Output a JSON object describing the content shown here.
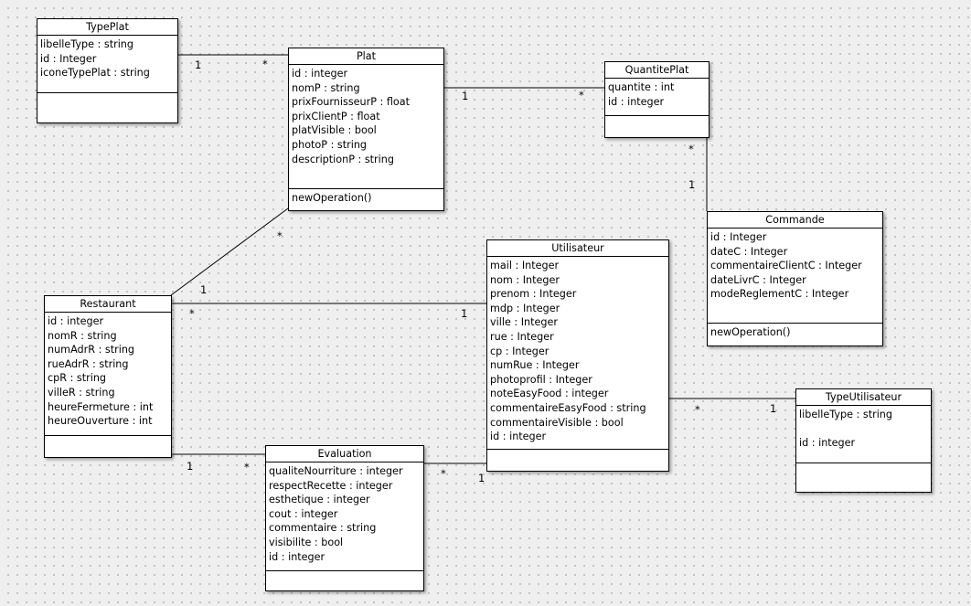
{
  "classes": {
    "typeplat": {
      "name": "TypePlat",
      "attributes": [
        "libelleType : string",
        "id : Integer",
        "iconeTypePlat : string"
      ],
      "operations": []
    },
    "plat": {
      "name": "Plat",
      "attributes": [
        "id : integer",
        "nomP : string",
        "prixFournisseurP : float",
        "prixClientP : float",
        "platVisible : bool",
        "photoP : string",
        "descriptionP : string"
      ],
      "operations": [
        "newOperation()"
      ]
    },
    "quantiteplat": {
      "name": "QuantitePlat",
      "attributes": [
        "quantite : int",
        "id : integer"
      ],
      "operations": []
    },
    "commande": {
      "name": "Commande",
      "attributes": [
        "id : Integer",
        "dateC : Integer",
        "commentaireClientC : Integer",
        "dateLivrC : Integer",
        "modeReglementC : Integer"
      ],
      "operations": [
        "newOperation()"
      ]
    },
    "utilisateur": {
      "name": "Utilisateur",
      "attributes": [
        "mail : Integer",
        "nom : Integer",
        "prenom : Integer",
        "mdp : Integer",
        "ville : Integer",
        "rue : Integer",
        "cp : Integer",
        "numRue : Integer",
        "photoprofil : Integer",
        "noteEasyFood : integer",
        "commentaireEasyFood : string",
        "commentaireVisible : bool",
        "id : integer"
      ],
      "operations": []
    },
    "restaurant": {
      "name": "Restaurant",
      "attributes": [
        "id : integer",
        "nomR : string",
        "numAdrR : string",
        "rueAdrR : string",
        "cpR : string",
        "villeR : string",
        "heureFermeture : int",
        "heureOuverture : int"
      ],
      "operations": []
    },
    "evaluation": {
      "name": "Evaluation",
      "attributes": [
        "qualiteNourriture : integer",
        "respectRecette : integer",
        "esthetique : integer",
        "cout : integer",
        "commentaire : string",
        "visibilite : bool",
        "id : integer"
      ],
      "operations": []
    },
    "typeutilisateur": {
      "name": "TypeUtilisateur",
      "attributes": [
        "libelleType : string",
        "",
        "id : integer"
      ],
      "operations": []
    }
  },
  "associations": [
    {
      "from": "TypePlat",
      "to": "Plat",
      "from_mult": "1",
      "to_mult": "*"
    },
    {
      "from": "Plat",
      "to": "QuantitePlat",
      "from_mult": "1",
      "to_mult": "*"
    },
    {
      "from": "QuantitePlat",
      "to": "Commande",
      "from_mult": "*",
      "to_mult": "1"
    },
    {
      "from": "Plat",
      "to": "Restaurant",
      "from_mult": "*",
      "to_mult": "1"
    },
    {
      "from": "Restaurant",
      "to": "Utilisateur",
      "from_mult": "*",
      "to_mult": "1"
    },
    {
      "from": "Utilisateur",
      "to": "TypeUtilisateur",
      "from_mult": "*",
      "to_mult": "1"
    },
    {
      "from": "Restaurant",
      "to": "Evaluation",
      "from_mult": "1",
      "to_mult": "*"
    },
    {
      "from": "Evaluation",
      "to": "Utilisateur",
      "from_mult": "*",
      "to_mult": "1"
    }
  ]
}
